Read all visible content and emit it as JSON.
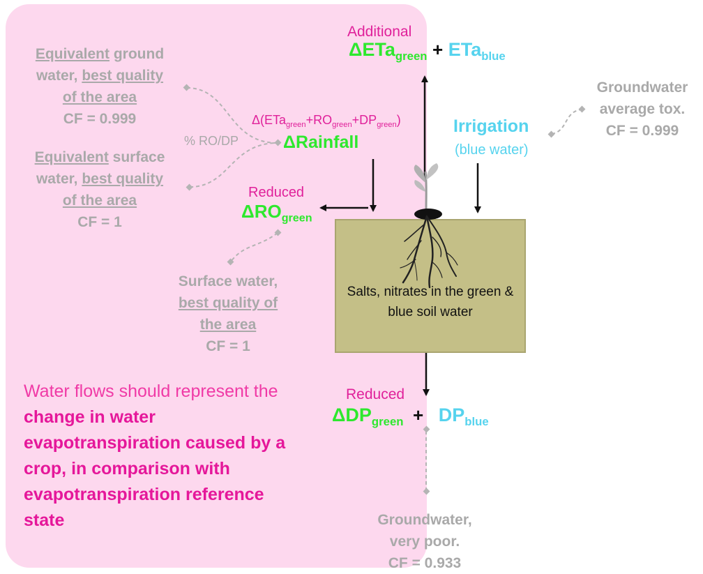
{
  "top": {
    "additional_label": "Additional",
    "eta_green_main": "ΔETa",
    "eta_green_sub": "green",
    "plus": "+",
    "eta_blue_main": "ETa",
    "eta_blue_sub": "blue"
  },
  "left_sources": {
    "groundwater_equiv": {
      "line1_u": "Equivalent",
      "line1_rest": " ground",
      "line2_pre": "water, ",
      "line2_u": "best quality",
      "line3_u": "of the area",
      "cf": "CF = 0.999"
    },
    "surface_equiv": {
      "line1_u": "Equivalent",
      "line1_rest": " surface",
      "line2_pre": "water, ",
      "line2_u": "best quality",
      "line3_u": "of the area",
      "cf": "CF = 1"
    },
    "ro_dp_label": "% RO/DP"
  },
  "rainfall": {
    "formula_pre": "Δ(ETa",
    "formula_sub1": "green",
    "formula_mid1": "+RO",
    "formula_sub2": "green",
    "formula_mid2": "+DP",
    "formula_sub3": "green",
    "formula_end": ")",
    "label": "ΔRainfall"
  },
  "irrigation": {
    "label": "Irrigation",
    "sub_label": "(blue water)"
  },
  "groundwater_tox": {
    "line1": "Groundwater",
    "line2": "average tox.",
    "cf": "CF = 0.999"
  },
  "runoff": {
    "reduced_label": "Reduced",
    "main": "ΔRO",
    "sub": "green"
  },
  "surface_water": {
    "line1": "Surface water,",
    "line2_u": "best quality of",
    "line3_u": "the area",
    "cf": "CF = 1"
  },
  "soil": {
    "text": "Salts, nitrates in the green & blue soil water"
  },
  "drainage": {
    "reduced_label": "Reduced",
    "green_main": "ΔDP",
    "green_sub": "green",
    "plus": "+",
    "blue_main": "DP",
    "blue_sub": "blue"
  },
  "groundwater_poor": {
    "line1": "Groundwater,",
    "line2": "very poor.",
    "cf": "CF = 0.933"
  },
  "note": {
    "plain": "Water flows should represent the ",
    "bold": "change in water evapotranspiration caused by a crop, in comparison with evapotranspiration reference state"
  },
  "colors": {
    "panel": "#fdd8ee",
    "green": "#2ee82e",
    "blue": "#56d3ee",
    "magenta": "#e0209a",
    "gray": "#a9a9a9",
    "soil": "#c4bf87"
  }
}
